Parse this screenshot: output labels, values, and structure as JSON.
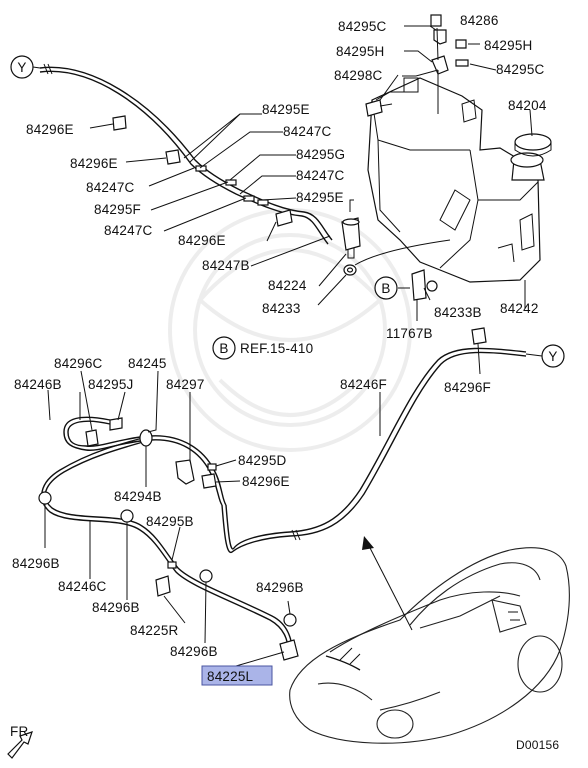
{
  "labels": {
    "p84295C_top": "84295C",
    "p84286": "84286",
    "p84295H_left": "84295H",
    "p84295H_right": "84295H",
    "p84298C": "84298C",
    "p84295C_right": "84295C",
    "p84204": "84204",
    "p84295E_a": "84295E",
    "p84296E_a": "84296E",
    "p84247C_a": "84247C",
    "p84296E_b": "84296E",
    "p84295G": "84295G",
    "p84247C_b": "84247C",
    "p84247C_c": "84247C",
    "p84295F": "84295F",
    "p84295E_b": "84295E",
    "p84247C_d": "84247C",
    "p84296E_c": "84296E",
    "p84247B": "84247B",
    "p84224": "84224",
    "p84233": "84233",
    "p84233B": "84233B",
    "p84242": "84242",
    "p11767B": "11767B",
    "ref_text": "REF.15-410",
    "p84296C": "84296C",
    "p84245": "84245",
    "p84246B": "84246B",
    "p84295J": "84295J",
    "p84297": "84297",
    "p84246F": "84246F",
    "p84296F": "84296F",
    "p84295D": "84295D",
    "p84294B": "84294B",
    "p84296E_d": "84296E",
    "p84295B": "84295B",
    "p84296B_a": "84296B",
    "p84246C": "84246C",
    "p84296B_b": "84296B",
    "p84296B_c": "84296B",
    "p84225R": "84225R",
    "p84296B_d": "84296B",
    "p84225L": "84225L",
    "fr": "FR",
    "code": "D00156"
  },
  "markers": {
    "circle_Y": "Y",
    "circle_B": "B"
  },
  "colors": {
    "highlight": "#aab4e8",
    "line": "#111111"
  }
}
